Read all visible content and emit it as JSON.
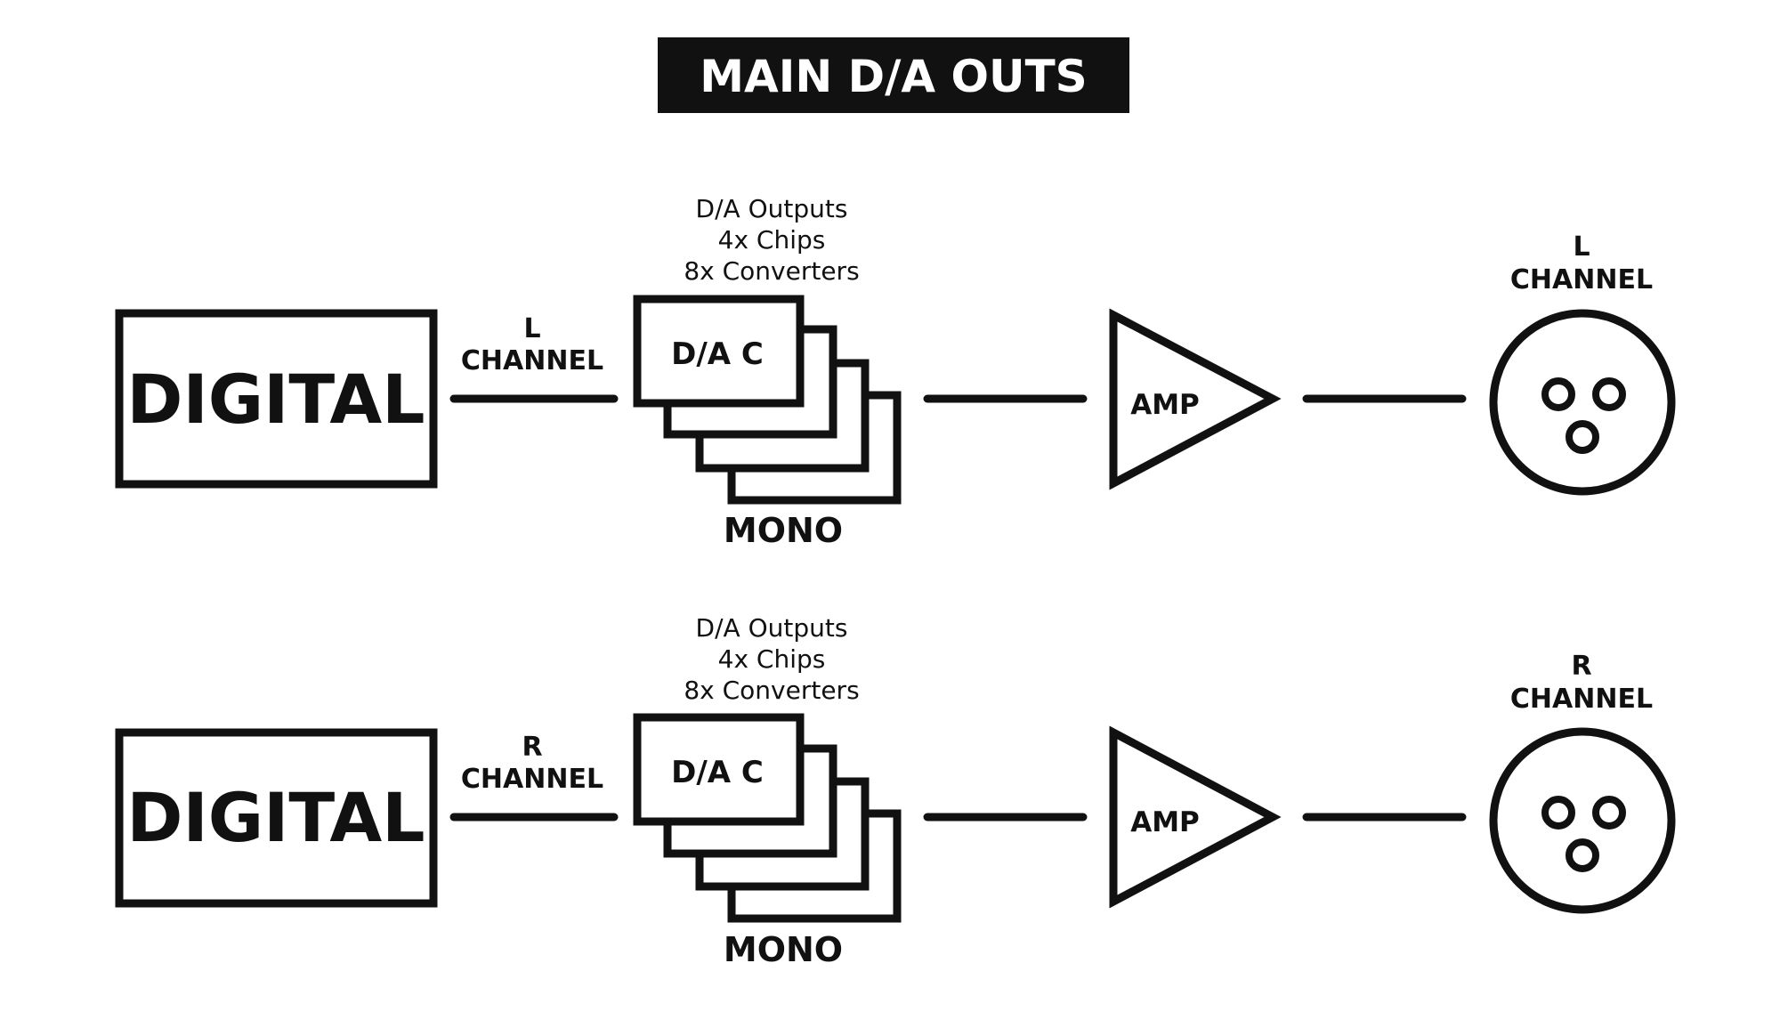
{
  "title": "MAIN D/A OUTS",
  "colors": {
    "ink": "#111111",
    "background": "#ffffff",
    "title_text": "#ffffff"
  },
  "rows": [
    {
      "source_label": "DIGITAL",
      "channel_label": [
        "L",
        "CHANNEL"
      ],
      "dac_info": [
        "D/A Outputs",
        "4x Chips",
        "8x Converters"
      ],
      "dac_label": "D/A C",
      "mono_label": "MONO",
      "amp_label": "AMP",
      "output_label": [
        "L",
        "CHANNEL"
      ],
      "output_icon": "xlr-connector-icon"
    },
    {
      "source_label": "DIGITAL",
      "channel_label": [
        "R",
        "CHANNEL"
      ],
      "dac_info": [
        "D/A Outputs",
        "4x Chips",
        "8x Converters"
      ],
      "dac_label": "D/A C",
      "mono_label": "MONO",
      "amp_label": "AMP",
      "output_label": [
        "R",
        "CHANNEL"
      ],
      "output_icon": "xlr-connector-icon"
    }
  ]
}
